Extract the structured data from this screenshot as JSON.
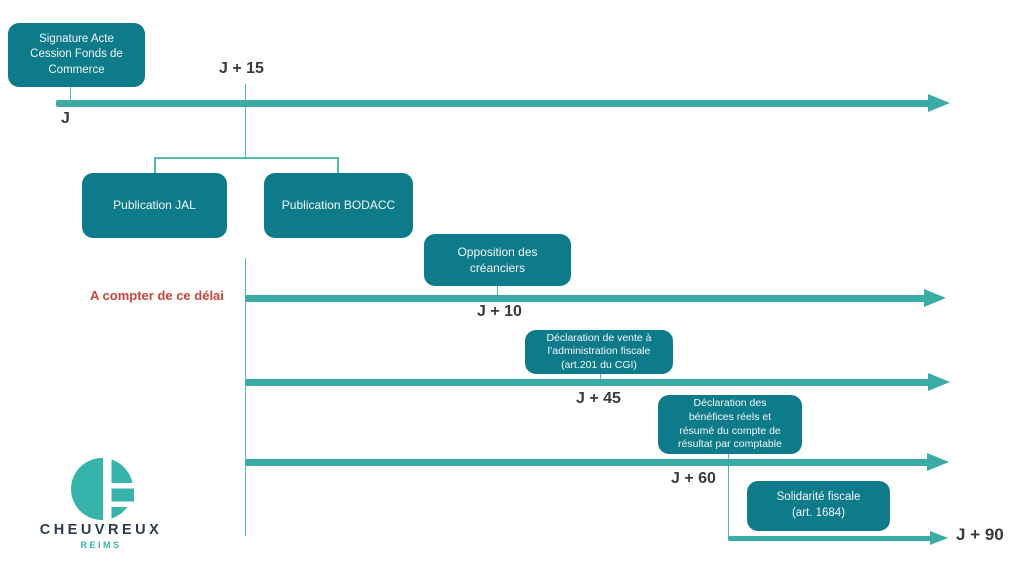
{
  "boxes": {
    "signature": "Signature Acte Cession Fonds de Commerce",
    "publication_jal": "Publication JAL",
    "publication_bodacc": "Publication BODACC",
    "opposition_creanciers": "Opposition des créanciers",
    "declaration_vente": "Déclaration de vente à l’administration fiscale (art.201 du CGI)",
    "declaration_benefices": "Déclaration des bénéfices réels et résumé du compte de résultat par comptable",
    "solidarite_fiscale": "Solidarité fiscale (art. 1684)"
  },
  "timeline": {
    "start": "J",
    "j15": "J + 15",
    "j10": "J + 10",
    "j45": "J + 45",
    "j60": "J + 60",
    "j90": "J + 90",
    "note": "A compter de ce délai"
  },
  "logo": {
    "name": "CHEUVREUX",
    "city": "REIMS"
  },
  "colors": {
    "box_teal": "#0E7B8B",
    "arrow_teal": "#3AACA6",
    "connector_teal": "#52B8B2",
    "logo_teal": "#36B3AB",
    "brand_navy": "#2B3A4D",
    "note_red": "#C9463D",
    "label_gray": "#3A3A3A"
  }
}
